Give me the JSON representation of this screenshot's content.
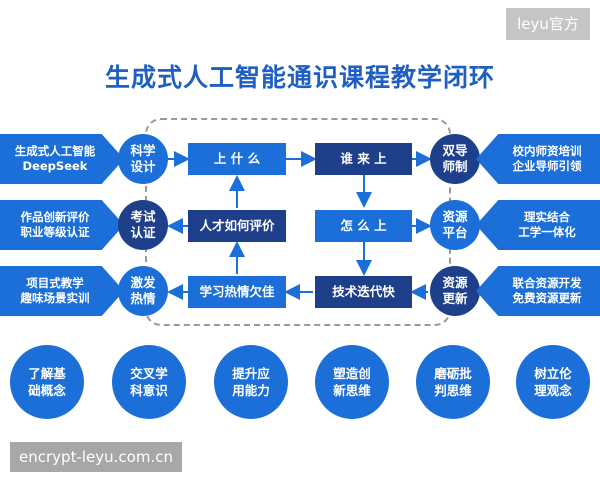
{
  "watermark_top": "leyu官方",
  "watermark_bottom": "encrypt-leyu.com.cn",
  "title": "生成式人工智能通识课程教学闭环",
  "left_banners": [
    {
      "text": "生成式人工智能\nDeepSeek"
    },
    {
      "text": "作品创新评价\n职业等级认证"
    },
    {
      "text": "项目式教学\n趣味场景实训"
    }
  ],
  "left_circles": [
    {
      "text": "科学\n设计"
    },
    {
      "text": "考试\n认证"
    },
    {
      "text": "激发\n热情"
    }
  ],
  "center_left_boxes": [
    {
      "text": "上 什 么"
    },
    {
      "text": "人才如何评价"
    },
    {
      "text": "学习热情欠佳"
    }
  ],
  "center_right_boxes": [
    {
      "text": "谁 来 上"
    },
    {
      "text": "怎 么 上"
    },
    {
      "text": "技术迭代快"
    }
  ],
  "right_circles": [
    {
      "text": "双导\n师制"
    },
    {
      "text": "资源\n平台"
    },
    {
      "text": "资源\n更新"
    }
  ],
  "right_banners": [
    {
      "text": "校内师资培训\n企业导师引领"
    },
    {
      "text": "理实结合\n工学一体化"
    },
    {
      "text": "联合资源开发\n免费资源更新"
    }
  ],
  "bottom_circles": [
    {
      "text": "了解基\n础概念"
    },
    {
      "text": "交叉学\n科意识"
    },
    {
      "text": "提升应\n用能力"
    },
    {
      "text": "塑造创\n新思维"
    },
    {
      "text": "磨砺批\n判思维"
    },
    {
      "text": "树立伦\n理观念"
    }
  ],
  "colors": {
    "title": "#1f5fc4",
    "blue": "#1c6fd8",
    "navy": "#1e3f8a",
    "arrow": "#1c6fd8",
    "frame": "#9a9a9a"
  }
}
